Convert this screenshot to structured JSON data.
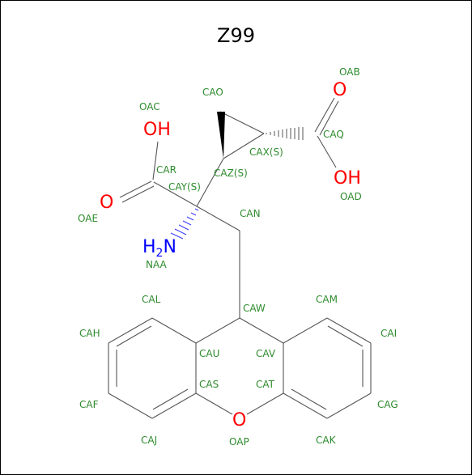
{
  "title": "Z99",
  "colors": {
    "atom_label": "#2e8b2e",
    "oxygen": "#ff0000",
    "nitrogen": "#0000ff",
    "bond": "#555555"
  },
  "heteroatoms": {
    "oh_left": "OH",
    "oh_right": "OH",
    "o_left": "O",
    "o_right": "O",
    "o_ring": "O",
    "nh2_h": "H",
    "nh2_sub": "2",
    "nh2_n": "N"
  },
  "atoms": {
    "OAB": "OAB",
    "OAC": "OAC",
    "CAO": "CAO",
    "CAQ": "CAQ",
    "CAX": "CAX(S)",
    "CAR": "CAR",
    "CAZ": "CAZ(S)",
    "CAY": "CAY(S)",
    "OAD": "OAD",
    "OAE": "OAE",
    "CAN": "CAN",
    "NAA": "NAA",
    "CAL": "CAL",
    "CAM": "CAM",
    "CAW": "CAW",
    "CAH": "CAH",
    "CAI": "CAI",
    "CAU": "CAU",
    "CAV": "CAV",
    "CAS": "CAS",
    "CAT": "CAT",
    "CAF": "CAF",
    "CAG": "CAG",
    "CAJ": "CAJ",
    "OAP": "OAP",
    "CAK": "CAK"
  }
}
